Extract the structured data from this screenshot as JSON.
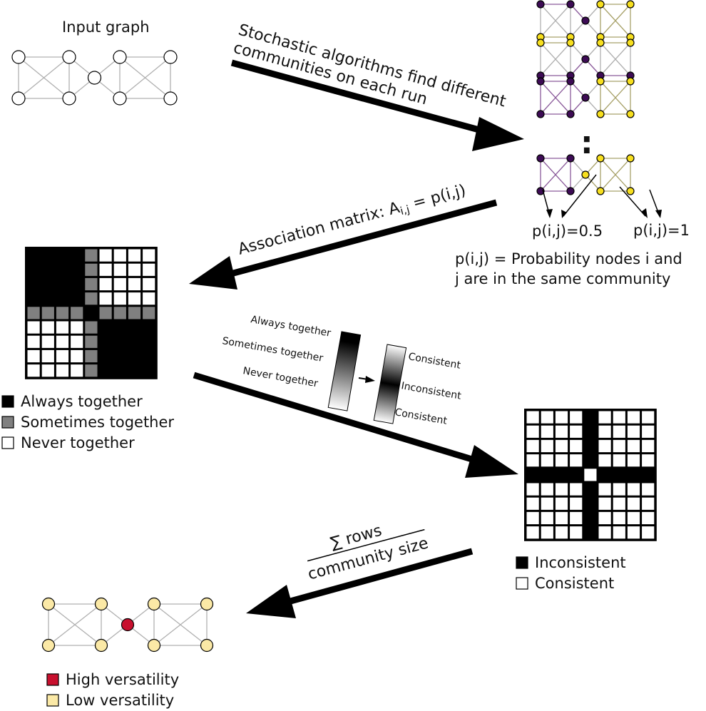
{
  "input_graph": {
    "title": "Input graph"
  },
  "step1": {
    "line1": "Stochastic algorithms find different",
    "line2": "communities on each run"
  },
  "ellipsis": ":",
  "pij_labels": {
    "left": "p(i,j)=0.5",
    "right": "p(i,j)=1"
  },
  "pij_definition": {
    "line1": "p(i,j) = Probability nodes i and",
    "line2": "j are in the same community"
  },
  "step2": {
    "prefix": "Association matrix: A",
    "subscript": "i,j",
    "suffix": " = p(i,j)"
  },
  "legend_assoc": [
    {
      "label": "Always together",
      "color": "#000000"
    },
    {
      "label": "Sometimes together",
      "color": "#808080"
    },
    {
      "label": "Never together",
      "color": "#ffffff"
    }
  ],
  "gradient_bar_labels": [
    "Always together",
    "Sometimes together",
    "Never together"
  ],
  "consistency_bar_labels": [
    "Consistent",
    "Inconsistent",
    "Consistent"
  ],
  "legend_consistency": [
    {
      "label": "Inconsistent",
      "color": "#000000"
    },
    {
      "label": "Consistent",
      "color": "#ffffff"
    }
  ],
  "step4": {
    "numerator": "∑ rows",
    "denominator": "community size"
  },
  "legend_versatility": [
    {
      "label": "High versatility",
      "color": "#c8102e"
    },
    {
      "label": "Low versatility",
      "color": "#fbe9a6"
    }
  ],
  "colors": {
    "purple": "#3d0b55",
    "yellow": "#f7df1e",
    "purple_edge": "#8a5a9a",
    "yellow_edge": "#a8a26a",
    "gray_edge": "#b0b0b0",
    "high": "#c8102e",
    "low": "#fbe9a6"
  },
  "association_matrix": [
    [
      2,
      2,
      2,
      2,
      1,
      0,
      0,
      0,
      0
    ],
    [
      2,
      2,
      2,
      2,
      1,
      0,
      0,
      0,
      0
    ],
    [
      2,
      2,
      2,
      2,
      1,
      0,
      0,
      0,
      0
    ],
    [
      2,
      2,
      2,
      2,
      1,
      0,
      0,
      0,
      0
    ],
    [
      1,
      1,
      1,
      1,
      2,
      1,
      1,
      1,
      1
    ],
    [
      0,
      0,
      0,
      0,
      1,
      2,
      2,
      2,
      2
    ],
    [
      0,
      0,
      0,
      0,
      1,
      2,
      2,
      2,
      2
    ],
    [
      0,
      0,
      0,
      0,
      1,
      2,
      2,
      2,
      2
    ],
    [
      0,
      0,
      0,
      0,
      1,
      2,
      2,
      2,
      2
    ]
  ],
  "consistency_matrix": [
    [
      0,
      0,
      0,
      0,
      1,
      0,
      0,
      0,
      0
    ],
    [
      0,
      0,
      0,
      0,
      1,
      0,
      0,
      0,
      0
    ],
    [
      0,
      0,
      0,
      0,
      1,
      0,
      0,
      0,
      0
    ],
    [
      0,
      0,
      0,
      0,
      1,
      0,
      0,
      0,
      0
    ],
    [
      1,
      1,
      1,
      1,
      0,
      1,
      1,
      1,
      1
    ],
    [
      0,
      0,
      0,
      0,
      1,
      0,
      0,
      0,
      0
    ],
    [
      0,
      0,
      0,
      0,
      1,
      0,
      0,
      0,
      0
    ],
    [
      0,
      0,
      0,
      0,
      1,
      0,
      0,
      0,
      0
    ],
    [
      0,
      0,
      0,
      0,
      1,
      0,
      0,
      0,
      0
    ]
  ],
  "run_partitions": [
    [
      "p",
      "p",
      "y",
      "y",
      "p",
      "y",
      "y",
      "y",
      "y"
    ],
    [
      "y",
      "y",
      "p",
      "p",
      "p",
      "y",
      "y",
      "p",
      "p"
    ],
    [
      "p",
      "p",
      "p",
      "p",
      "p",
      "y",
      "y",
      "y",
      "y"
    ],
    [
      "p",
      "p",
      "p",
      "p",
      "y",
      "y",
      "y",
      "y",
      "y"
    ]
  ]
}
